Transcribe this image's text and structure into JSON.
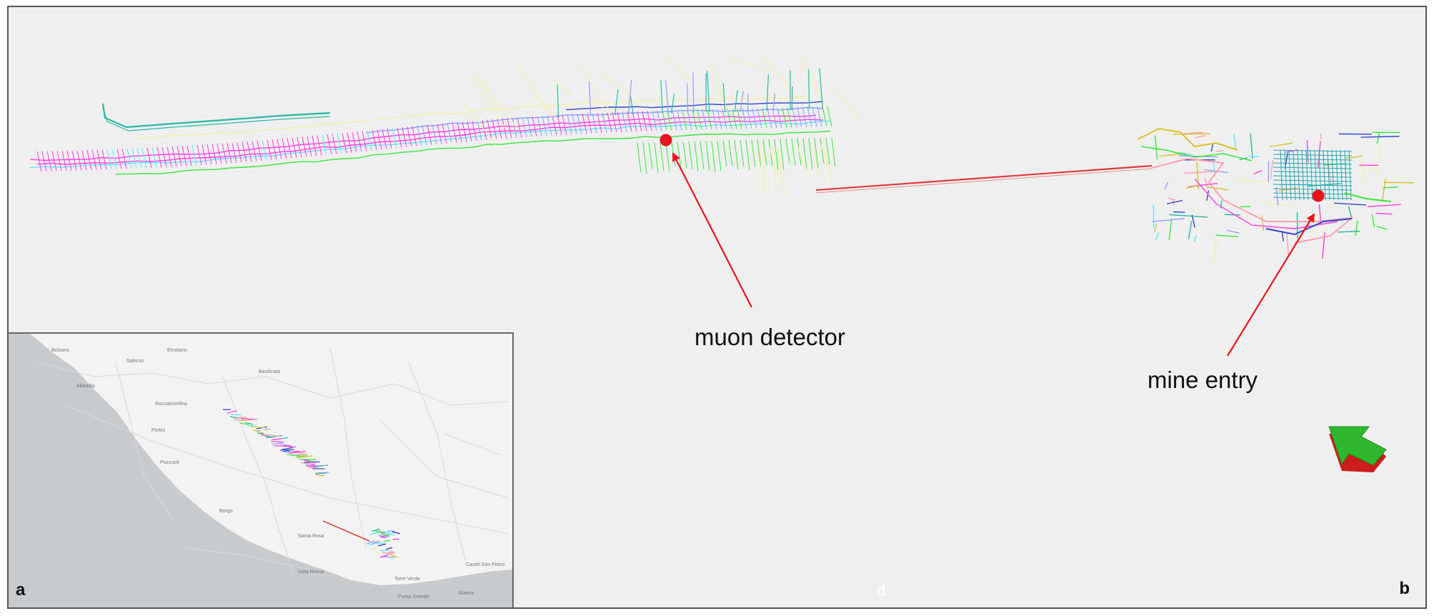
{
  "labels": {
    "muon_detector": "muon detector",
    "mine_entry": "mine entry",
    "panel_a": "a",
    "panel_b": "b",
    "panel_d": "d"
  },
  "colors": {
    "marker": "#e8141e",
    "tunnel_link": "#e03a3a",
    "arrow_top": "#2fb82f",
    "arrow_side": "#cc1c1c",
    "sea": "#c9cacc",
    "land": "#f3f3f3",
    "tunnel_palette": [
      "#ff3de0",
      "#8aa0ff",
      "#5ee6ff",
      "#39e639",
      "#f4f0a8",
      "#2bb7a6",
      "#3045c8",
      "#ff9fb0",
      "#d6c22c"
    ]
  },
  "map": {
    "place_names": [
      "Bolzano",
      "Ercolano",
      "Salerno",
      "Basilicata",
      "Abbadia",
      "Roccamonfina",
      "Portici",
      "Pozzuoli",
      "Santa Rosa",
      "Isola Rossa",
      "Castel San Pietro",
      "Borgo",
      "Torre Verde",
      "Punta Grande",
      "Marina"
    ]
  }
}
